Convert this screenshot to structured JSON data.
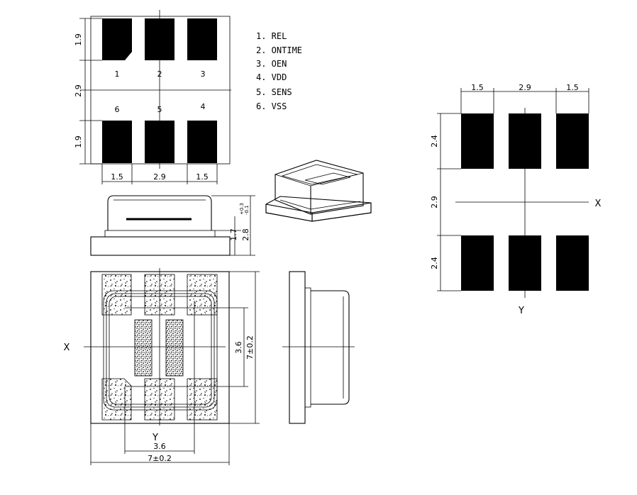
{
  "top_view": {
    "pin_numbers": [
      "1",
      "2",
      "3",
      "6",
      "5",
      "4"
    ],
    "dim_pad_height_top": "1.9",
    "dim_row_gap": "2.9",
    "dim_pad_height_bottom": "1.9",
    "dim_pad_width_left": "1.5",
    "dim_center_spacing": "2.9",
    "dim_pad_width_right": "1.5"
  },
  "pin_legend": [
    {
      "text": "1. REL"
    },
    {
      "text": "2. ONTIME"
    },
    {
      "text": "3. OEN"
    },
    {
      "text": "4. VDD"
    },
    {
      "text": "5. SENS"
    },
    {
      "text": "6. VSS"
    }
  ],
  "side_view": {
    "dim_body_height": "1.7",
    "dim_total_height": "2.8",
    "dim_tol_plus": "+0.3",
    "dim_tol_minus": "-0.1"
  },
  "bottom_view": {
    "axis_x": "X",
    "axis_y": "Y",
    "dim_inner_height": "3.6",
    "dim_outer_height": "7±0.2",
    "dim_inner_width": "3.6",
    "dim_outer_width": "7±0.2"
  },
  "footprint": {
    "dim_pad_width_left": "1.5",
    "dim_center_spacing": "2.9",
    "dim_pad_width_right": "1.5",
    "dim_pad_height_top": "2.4",
    "dim_row_gap": "2.9",
    "dim_pad_height_bottom": "2.4",
    "axis_x": "X",
    "axis_y": "Y"
  }
}
